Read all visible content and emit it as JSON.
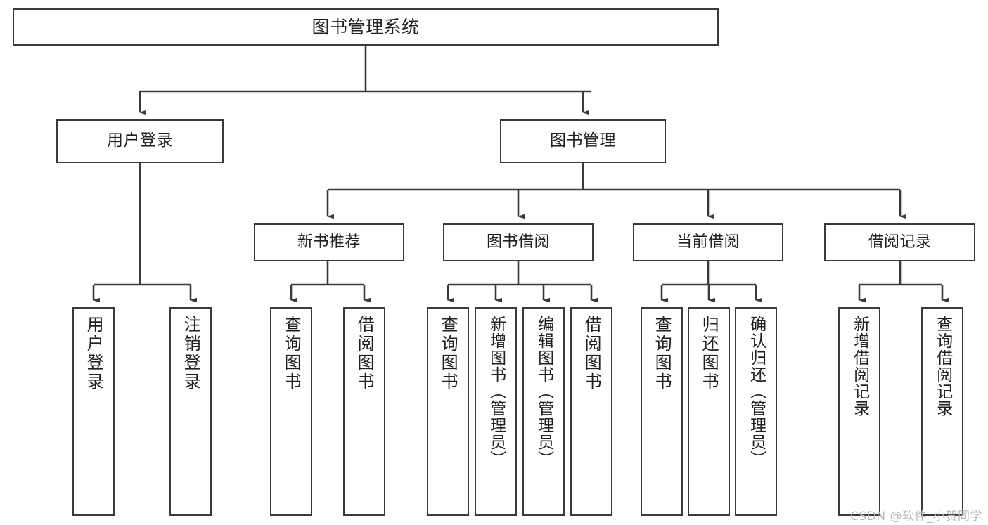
{
  "diagram": {
    "type": "tree",
    "title": "图书管理系统",
    "root": {
      "label": "图书管理系统"
    },
    "level1": [
      {
        "label": "用户登录"
      },
      {
        "label": "图书管理"
      }
    ],
    "level2": [
      {
        "label": "新书推荐",
        "parent": "图书管理"
      },
      {
        "label": "图书借阅",
        "parent": "图书管理"
      },
      {
        "label": "当前借阅",
        "parent": "图书管理"
      },
      {
        "label": "借阅记录",
        "parent": "图书管理"
      }
    ],
    "leaves": [
      {
        "label": "用户登录",
        "parent": "用户登录"
      },
      {
        "label": "注销登录",
        "parent": "用户登录"
      },
      {
        "label": "查询图书",
        "parent": "新书推荐"
      },
      {
        "label": "借阅图书",
        "parent": "新书推荐"
      },
      {
        "label": "查询图书",
        "parent": "图书借阅"
      },
      {
        "label": "新增图书（管理员）",
        "parent": "图书借阅"
      },
      {
        "label": "编辑图书（管理员）",
        "parent": "图书借阅"
      },
      {
        "label": "借阅图书",
        "parent": "图书借阅"
      },
      {
        "label": "查询图书",
        "parent": "当前借阅"
      },
      {
        "label": "归还图书",
        "parent": "当前借阅"
      },
      {
        "label": "确认归还（管理员）",
        "parent": "当前借阅"
      },
      {
        "label": "新增借阅记录",
        "parent": "借阅记录"
      },
      {
        "label": "查询借阅记录",
        "parent": "借阅记录"
      }
    ]
  },
  "watermark": {
    "text": "CSDN @软件_小贺同学"
  },
  "colors": {
    "stroke": "#3a3a3a",
    "fill": "#ffffff",
    "text": "#202020",
    "watermark": "#b9b9b9"
  }
}
